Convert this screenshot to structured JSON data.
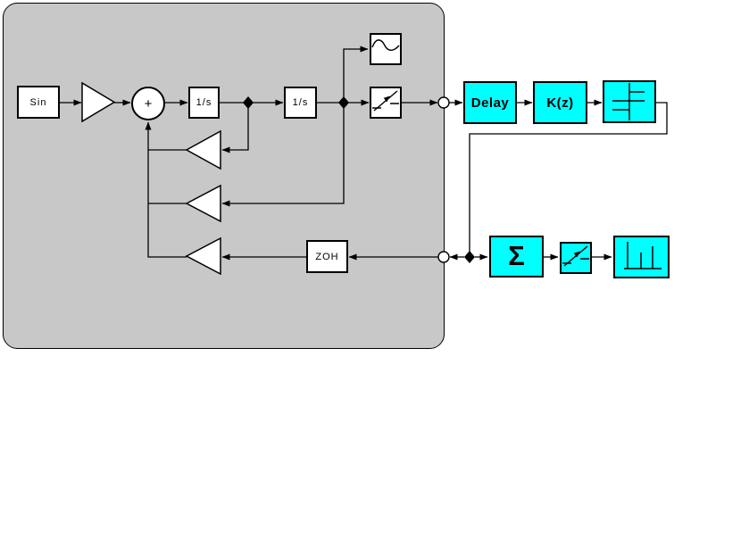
{
  "colors": {
    "background": "#ffffff",
    "subsystem_fill": "#c8c8c8",
    "subsystem_border": "#000000",
    "wire": "#000000",
    "white_block_fill": "#ffffff",
    "cyan_block_fill": "#00ffff"
  },
  "blocks": {
    "sin": {
      "label": "Sin"
    },
    "sum": {
      "sign": "+"
    },
    "integrator1": {
      "label": "1/s"
    },
    "integrator2": {
      "label": "1/s"
    },
    "zoh": {
      "label": "ZOH"
    },
    "delay": {
      "label": "Delay"
    },
    "controller": {
      "label": "K(z)"
    },
    "accumulator": {
      "glyph": "Σ"
    }
  },
  "icons": {
    "scope": "sine-wave-icon",
    "analog_sampler": "switch-arm-icon",
    "digital_sampler": "switch-arm-icon",
    "quantizer": "staircase-icon",
    "spectrum_scope": "spectrum-bars-icon",
    "accumulator": "sigma-icon"
  }
}
